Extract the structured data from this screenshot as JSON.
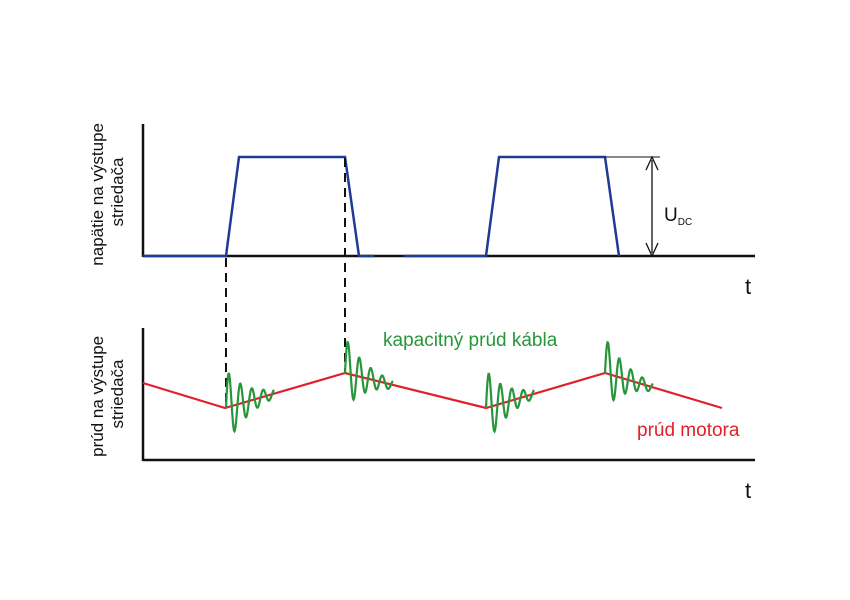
{
  "top_panel": {
    "ylabel_line1": "napätie na výstupe",
    "ylabel_line2": "striedača",
    "time_label": "t",
    "dimension_label": "U",
    "dimension_subscript": "DC"
  },
  "bottom_panel": {
    "ylabel_line1": "prúd na výstupe",
    "ylabel_line2": "striedača",
    "time_label": "t",
    "annotation_cable_current": "kapacitný prúd kábla",
    "annotation_motor_current": "prúd motora"
  },
  "colors": {
    "voltage": "#1f3a93",
    "motor_current": "#e0202a",
    "cable_current": "#27963a",
    "axes": "#111111"
  }
}
